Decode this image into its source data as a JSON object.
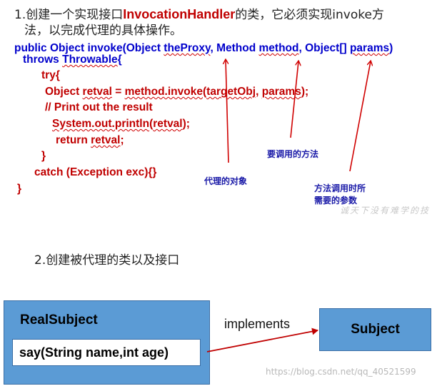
{
  "step1": {
    "number": "1.",
    "prefix": "创建一个实现接口",
    "highlight": "InvocationHandler",
    "suffix": "的类，它必须实现invoke方",
    "line2": "法，以完成代理的具体操作。"
  },
  "code": {
    "l1": {
      "a": "public Object invoke(Object ",
      "b": "theProxy",
      "c": ", Method ",
      "d": "method",
      "e": ", Object[] ",
      "f": "params",
      "g": ")"
    },
    "l2": {
      "a": "throws ",
      "b": "Throwable",
      "c": "{"
    },
    "l3": "try{",
    "l4": {
      "a": "Object ",
      "b": "retval",
      "c": " = ",
      "d": "method.invoke",
      "e": "(",
      "f": "targetObj",
      "g": ", ",
      "h": "params",
      "i": ");"
    },
    "l5": "// Print out the result",
    "l6": {
      "a": "System.out.println",
      "b": "(",
      "c": "retval",
      "d": ");"
    },
    "l7": {
      "a": "return ",
      "b": "retval",
      "c": ";"
    },
    "l8": "}",
    "l9": "catch (Exception exc){}",
    "l10": "}"
  },
  "notes": {
    "method": "要调用的方法",
    "proxy": "代理的对象",
    "params_line1": "方法调用时所",
    "params_line2": "需要的参数"
  },
  "watermark_top": "诚天下没有难学的技",
  "step2": {
    "number": "2.",
    "text": "创建被代理的类以及接口"
  },
  "diagram": {
    "realsubject": "RealSubject",
    "method": "say(String name,int age)",
    "implements": "implements",
    "subject": "Subject"
  },
  "watermark_bottom": "https://blog.csdn.net/qq_40521599",
  "colors": {
    "blue": "#0000cc",
    "red": "#c00000",
    "box": "#5b9bd5"
  }
}
